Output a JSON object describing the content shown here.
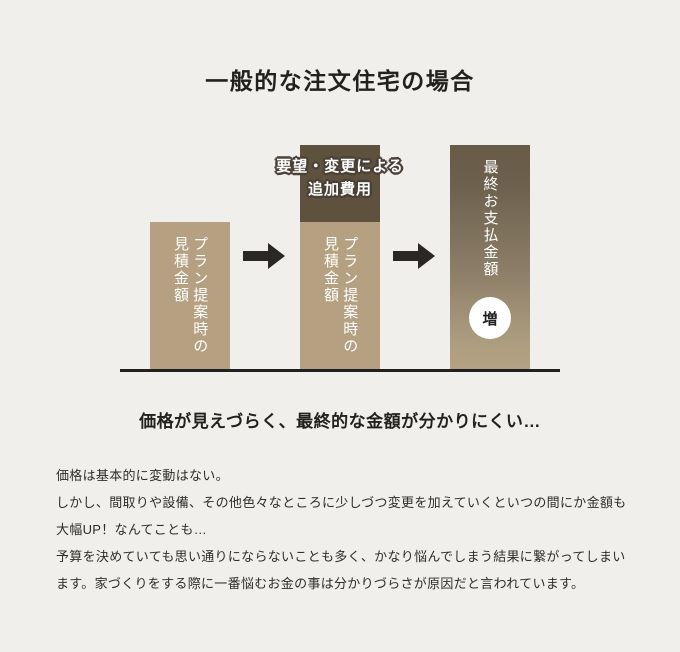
{
  "title": "一般的な注文住宅の場合",
  "chart_data": {
    "type": "bar",
    "title": "一般的な注文住宅の場合",
    "xlabel": "",
    "ylabel": "",
    "categories": [
      "プラン提案時の見積金額",
      "プラン提案時の見積金額 + 要望・変更による追加費用",
      "最終お支払金額"
    ],
    "series": [
      {
        "name": "プラン提案時の見積金額",
        "values": [
          147,
          147,
          0
        ]
      },
      {
        "name": "要望・変更による追加費用",
        "values": [
          0,
          77,
          0
        ]
      },
      {
        "name": "最終お支払金額",
        "values": [
          0,
          0,
          224
        ]
      }
    ],
    "annotations": [
      "要望・変更による追加費用",
      "増"
    ],
    "grid": false,
    "legend": "none"
  },
  "bars": {
    "bar1": {
      "label_col_right": "プラン提案時の",
      "label_col_left": "見積金額",
      "color": "#b5a182"
    },
    "bar2": {
      "label_col_right": "プラン提案時の",
      "label_col_left": "見積金額",
      "base_color": "#b5a182",
      "extra_color": "#5e523f",
      "badge_line1": "要望・変更による",
      "badge_line2": "追加費用"
    },
    "bar3": {
      "label": "最終お支払金額",
      "circle_label": "増",
      "gradient_top": "#675b48",
      "gradient_bottom": "#b5a182"
    }
  },
  "arrows": {
    "arrow1_name": "right-arrow",
    "arrow2_name": "right-arrow",
    "color": "#2b2724"
  },
  "caption": "価格が見えづらく、最終的な金額が分かりにくい…",
  "body": {
    "line1": "価格は基本的に変動はない。",
    "line2": "しかし、間取りや設備、その他色々なところに少しづつ変更を加えていくといつの間にか金額も",
    "line3": "大幅UP！なんてことも…",
    "line4": "予算を決めていても思い通りにならないことも多く、かなり悩んでしまう結果に繋がってしまい",
    "line5": "ます。家づくりをする際に一番悩むお金の事は分かりづらさが原因だと言われています。"
  },
  "colors": {
    "background": "#f1efeb",
    "baseline": "#23211f",
    "text": "#23211f"
  }
}
